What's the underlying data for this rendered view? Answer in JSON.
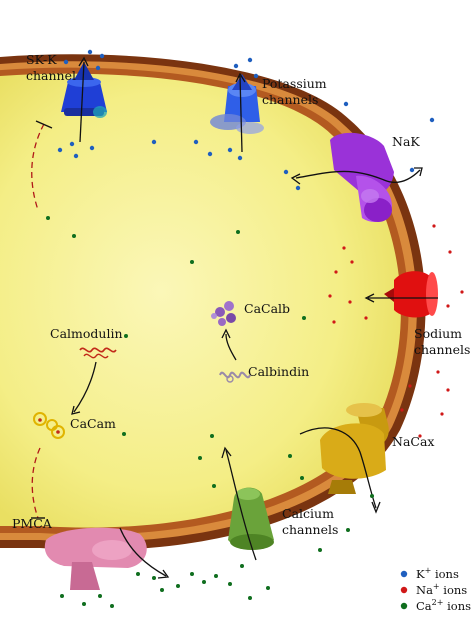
{
  "labels": {
    "sk_k_line1": "SK-K",
    "sk_k_line2": "channel",
    "potassium_line1": "Potassium",
    "potassium_line2": "channels",
    "nak": "NaK",
    "sodium_line1": "Sodium",
    "sodium_line2": "channels",
    "cacalb": "CaCalb",
    "calbindin": "Calbindin",
    "calmodulin": "Calmodulin",
    "cacam": "CaCam",
    "nacax": "NaCax",
    "calcium_line1": "Calcium",
    "calcium_line2": "channels",
    "pmca": "PMCA"
  },
  "legend": [
    {
      "base": "K",
      "sup": "+",
      "tail": " ions",
      "color": "#1f5fbf"
    },
    {
      "base": "Na",
      "sup": "+",
      "tail": " ions",
      "color": "#d01818"
    },
    {
      "base": "Ca",
      "sup": "2+",
      "tail": " ions",
      "color": "#0f6e1e"
    }
  ],
  "colors": {
    "cytoplasm": "#f5f08a",
    "membrane_outer": "#7a3410",
    "membrane_mid": "#d98a3c",
    "sk_k_channel": "#1f3fd6",
    "potassium_channel": "#2f5fe8",
    "nak_pump": "#9a32d8",
    "sodium_channel": "#e01010",
    "nacax_exchanger": "#c89a10",
    "calcium_channel": "#6aa33a",
    "pmca_pump": "#e28ab0",
    "calmodulin": "#c22a1a",
    "cacam": "#e0b400",
    "cacalb": "#8a5ab8",
    "calbindin": "#9a8aa8",
    "k_ion": "#1f5fbf",
    "na_ion": "#d01818",
    "ca_ion": "#0f6e1e"
  }
}
